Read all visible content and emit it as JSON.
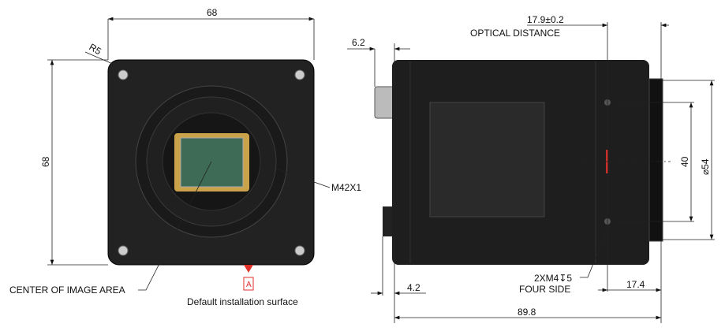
{
  "front_view": {
    "width_dim": "68",
    "height_dim": "68",
    "radius_label": "R5",
    "thread_label": "M42X1",
    "center_label": "CENTER OF IMAGE AREA",
    "datum_letter": "A",
    "datum_label": "Default installation surface"
  },
  "side_view": {
    "connector_dim": "6.2",
    "optical_dim": "17.9±0.2",
    "optical_label": "OPTICAL DISTANCE",
    "hole_spacing_dim": "40",
    "diameter_dim": "⌀54",
    "bottom_offset_dim": "4.2",
    "hole_offset_dim": "17.4",
    "length_dim": "89.8",
    "screw_label": "2XM4↧5",
    "screw_note": "FOUR SIDE"
  },
  "colors": {
    "body": "#1e1e1e",
    "sensor": "#3d6b55",
    "datum": "#e0302a"
  }
}
